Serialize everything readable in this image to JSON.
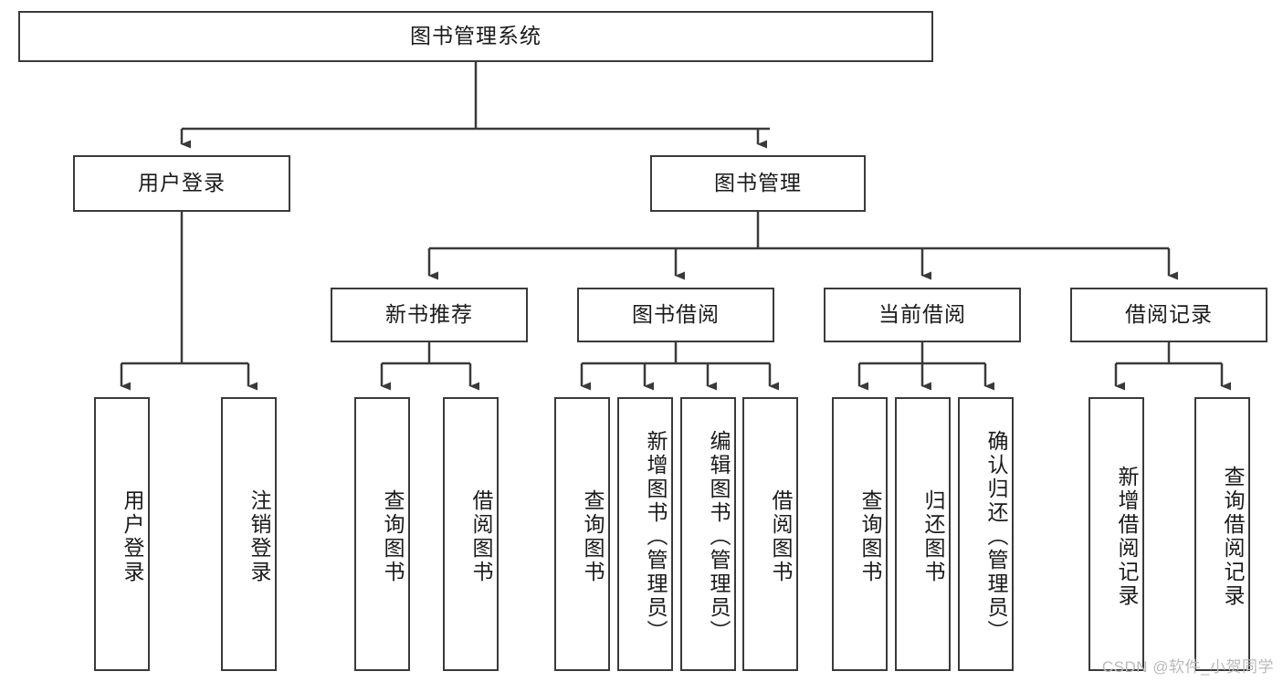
{
  "diagram": {
    "type": "tree-hierarchy-diagram",
    "root": {
      "id": "root",
      "label": "图书管理系统"
    },
    "level2": [
      {
        "id": "user-login",
        "label": "用户登录"
      },
      {
        "id": "book-manage",
        "label": "图书管理"
      }
    ],
    "level3": [
      {
        "id": "new-book-recommend",
        "label": "新书推荐"
      },
      {
        "id": "book-borrow",
        "label": "图书借阅"
      },
      {
        "id": "current-borrow",
        "label": "当前借阅"
      },
      {
        "id": "borrow-record",
        "label": "借阅记录"
      }
    ],
    "leaves": [
      {
        "id": "leaf-user-login",
        "label": "用户登录",
        "parent": "user-login"
      },
      {
        "id": "leaf-logout-login",
        "label": "注销登录",
        "parent": "user-login"
      },
      {
        "id": "leaf-query-book-1",
        "label": "查询图书",
        "parent": "new-book-recommend"
      },
      {
        "id": "leaf-borrow-book-1",
        "label": "借阅图书",
        "parent": "new-book-recommend"
      },
      {
        "id": "leaf-query-book-2",
        "label": "查询图书",
        "parent": "book-borrow"
      },
      {
        "id": "leaf-add-book",
        "label": "新增图书（管理员）",
        "parent": "book-borrow"
      },
      {
        "id": "leaf-edit-book",
        "label": "编辑图书（管理员）",
        "parent": "book-borrow"
      },
      {
        "id": "leaf-borrow-book-2",
        "label": "借阅图书",
        "parent": "book-borrow"
      },
      {
        "id": "leaf-query-book-3",
        "label": "查询图书",
        "parent": "current-borrow"
      },
      {
        "id": "leaf-return-book",
        "label": "归还图书",
        "parent": "current-borrow"
      },
      {
        "id": "leaf-confirm-return",
        "label": "确认归还（管理员）",
        "parent": "current-borrow"
      },
      {
        "id": "leaf-add-record",
        "label": "新增借阅记录",
        "parent": "borrow-record"
      },
      {
        "id": "leaf-query-record",
        "label": "查询借阅记录",
        "parent": "borrow-record"
      }
    ]
  },
  "watermark": {
    "text": "CSDN @软件_小贺同学"
  },
  "colors": {
    "stroke": "#3a3a3a",
    "text": "#1a1a1a",
    "background": "#ffffff",
    "watermark": "#b9b9b9"
  }
}
